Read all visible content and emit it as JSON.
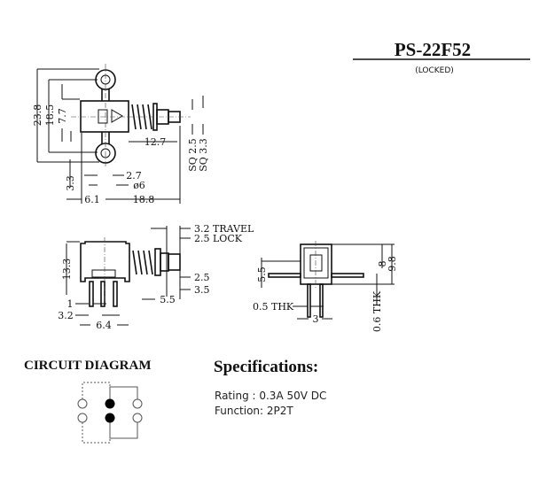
{
  "header": {
    "part_number": "PS-22F52",
    "variant": "(LOCKED)"
  },
  "top_view": {
    "dims": {
      "d23_8": "23.8",
      "d18_5": "18.5",
      "d7_7": "7.7",
      "d12_7": "12.7",
      "sq2_5": "SQ 2.5",
      "sq3_3": "SQ 3.3",
      "d2_7": "2.7",
      "phi6": "ø6",
      "d3_3": "3.3",
      "d6_1": "6.1",
      "d18_8": "18.8"
    }
  },
  "side_view": {
    "dims": {
      "travel": "3.2  TRAVEL",
      "lock": "2.5  LOCK",
      "d13_3": "13.3",
      "d2_5": "2.5",
      "d3_5": "3.5",
      "d5_5": "5.5",
      "d1": "1",
      "d3_2": "3.2",
      "d6_4": "6.4"
    }
  },
  "front_view": {
    "dims": {
      "d5_5": "5.5",
      "d8": "8",
      "d9_8": "9.8",
      "thk05": "0.5  THK",
      "d3": "3",
      "thk06": "0.6  THK"
    }
  },
  "circuit": {
    "title": "CIRCUIT DIAGRAM"
  },
  "specifications": {
    "title": "Specifications:",
    "rating": "Rating : 0.3A 50V DC",
    "function": "Function: 2P2T"
  }
}
